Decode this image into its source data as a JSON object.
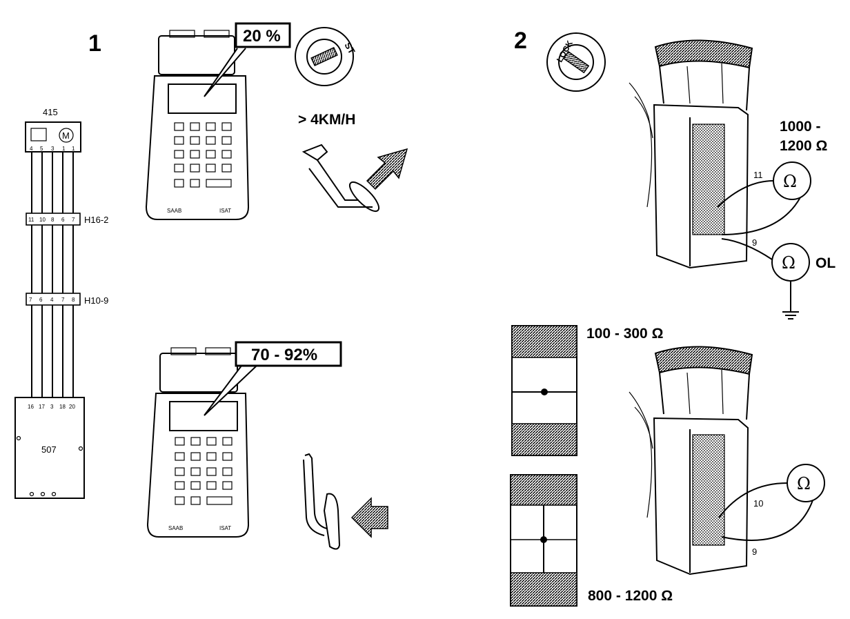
{
  "step1": {
    "number": "1"
  },
  "step2": {
    "number": "2"
  },
  "wiring": {
    "top_component": "415",
    "top_pins": [
      "4",
      "5",
      "3",
      "1",
      "1"
    ],
    "motor_symbol": "M",
    "connector_a": {
      "label": "H16-2",
      "pins": [
        "11",
        "10",
        "8",
        "6",
        "7"
      ]
    },
    "connector_b": {
      "label": "H10-9",
      "pins": [
        "7",
        "6",
        "4",
        "7",
        "8"
      ]
    },
    "bottom_component": "507",
    "bottom_pins": [
      "16",
      "17",
      "3",
      "18",
      "20"
    ]
  },
  "tester_top": {
    "screen_value": "20 %",
    "brand": "SAAB",
    "model": "ISAT"
  },
  "tester_bottom": {
    "screen_value": "70 - 92%",
    "brand": "SAAB",
    "model": "ISAT"
  },
  "ignition": {
    "start_label": "ST",
    "lock_label": "LOCK"
  },
  "speed_condition": "> 4KM/H",
  "resistance": {
    "upper_spec_line1": "1000 -",
    "upper_spec_line2": "1200 Ω",
    "ohm_symbol": "Ω",
    "open_loop": "OL",
    "pin_11": "11",
    "pin_9a": "9",
    "pin_10": "10",
    "pin_9b": "9",
    "sensor_range_a": "100 - 300 Ω",
    "sensor_range_b": "800 - 1200 Ω"
  }
}
